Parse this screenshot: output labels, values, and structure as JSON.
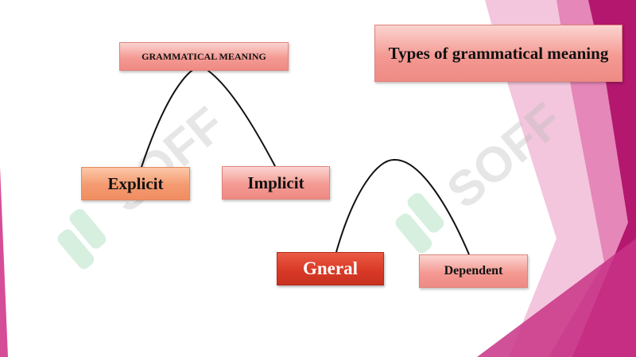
{
  "diagram": {
    "title": "Types of grammatical meaning",
    "root": "GRAMMATICAL MEANING",
    "branch_1": [
      "Explicit",
      "Implicit"
    ],
    "branch_2": [
      "Gneral",
      "Dependent"
    ]
  },
  "watermark": {
    "text": "SOFF"
  },
  "colors": {
    "background": "#ffffff",
    "accent_magenta": "#b3176e",
    "accent_pink": "#e06aa8",
    "box_pink": "#f49a93",
    "box_orange": "#f49a6f",
    "box_red": "#d93a27",
    "watermark": "#cfe9d6"
  }
}
